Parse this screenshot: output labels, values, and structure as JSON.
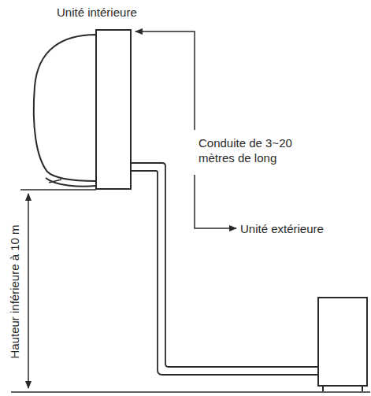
{
  "diagram": {
    "labels": [
      "Unité intérieure",
      "Conduite de 3~20 mètres de long",
      "Unité extérieure",
      "Hauteur inférieure à 10 m"
    ]
  }
}
